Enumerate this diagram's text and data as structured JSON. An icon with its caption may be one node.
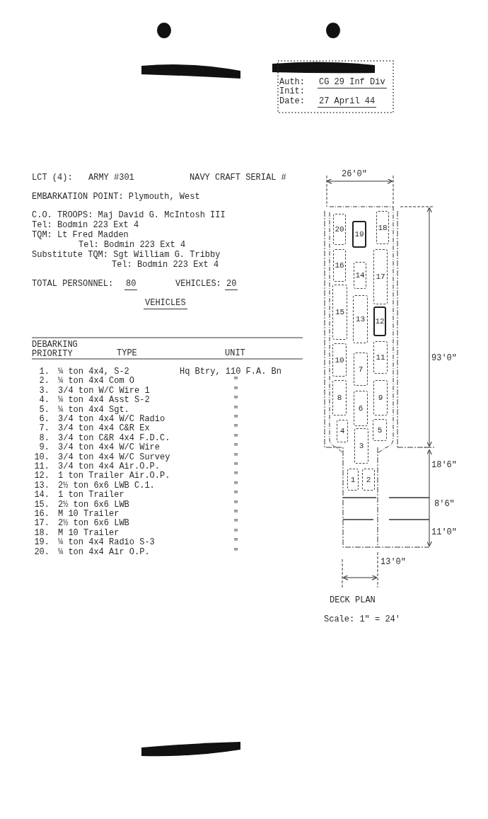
{
  "diagram": {
    "nodes": [
      {
        "text": [
          "20"
        ]
      },
      {
        "text": [
          "19"
        ]
      },
      {
        "text": [
          "18"
        ]
      },
      {
        "text": [
          "16"
        ]
      },
      {
        "text": [
          "14"
        ]
      },
      {
        "text": [
          "17"
        ]
      },
      {
        "text": [
          "15"
        ]
      },
      {
        "text": [
          "13"
        ]
      },
      {
        "text": [
          "12"
        ]
      },
      {
        "text": [
          "10"
        ]
      },
      {
        "text": [
          "7"
        ]
      },
      {
        "text": [
          "11"
        ]
      },
      {
        "text": [
          "8"
        ]
      },
      {
        "text": [
          "6"
        ]
      },
      {
        "text": [
          "9"
        ]
      },
      {
        "text": [
          "4"
        ]
      },
      {
        "text": [
          "5"
        ]
      },
      {
        "text": [
          "3"
        ]
      },
      {
        "text": [
          "1"
        ]
      },
      {
        "text": [
          "2"
        ]
      }
    ],
    "labels": [
      "Auth:",
      "CG 29 Inf Div",
      "Init:",
      "Date:",
      "27 April 44",
      "LCT (4):",
      "ARMY #301",
      "NAVY CRAFT SERIAL #",
      "EMBARKATION POINT: Plymouth, West",
      "C.O. TROOPS: Maj David G. McIntosh III",
      "Tel: Bodmin 223 Ext 4",
      "TQM: Lt Fred Madden",
      "Tel: Bodmin 223 Ext 4",
      "Substitute TQM: Sgt William G. Tribby",
      "Tel: Bodmin 223 Ext 4",
      "TOTAL PERSONNEL:",
      "80",
      "VEHICLES:",
      "20",
      "VEHICLES",
      "DEBARKING PRIORITY",
      "TYPE",
      "UNIT",
      "1.",
      "¼ ton 4x4, S-2",
      "Hq Btry, 110 F.A. Bn",
      "2.",
      "¼ ton 4x4 Com O",
      "\"",
      "3.",
      "3/4 ton W/C Wire 1",
      "\"",
      "4.",
      "¼ ton 4x4 Asst S-2",
      "\"",
      "5.",
      "¼ ton 4x4 Sgt.",
      "\"",
      "6.",
      "3/4 ton 4x4 W/C Radio",
      "\"",
      "7.",
      "3/4 ton 4x4 C&R Ex",
      "\"",
      "8.",
      "3/4 ton C&R 4x4 F.D.C.",
      "\"",
      "9.",
      "3/4 ton 4x4 W/C Wire",
      "\"",
      "10.",
      "3/4 ton 4x4 W/C Survey",
      "\"",
      "11.",
      "3/4 ton 4x4 Air.O.P.",
      "\"",
      "12.",
      "1 ton Trailer Air.O.P.",
      "\"",
      "13.",
      "2½ ton 6x6 LWB C.1.",
      "\"",
      "14.",
      "1 ton Trailer",
      "\"",
      "15.",
      "2½ ton 6x6 LWB",
      "\"",
      "16.",
      "M 10 Trailer",
      "\"",
      "17.",
      "2½ ton 6x6 LWB",
      "\"",
      "18.",
      "M 10 Trailer",
      "\"",
      "19.",
      "¼ ton 4x4 Radio S-3",
      "\"",
      "20.",
      "¼ ton 4x4 Air O.P.",
      "\"",
      "26'0\"",
      "93'0\"",
      "18'6\"",
      "8'6\"",
      "11'0\"",
      "13'0\"",
      "DECK PLAN",
      "Scale: 1\" = 24'"
    ]
  }
}
